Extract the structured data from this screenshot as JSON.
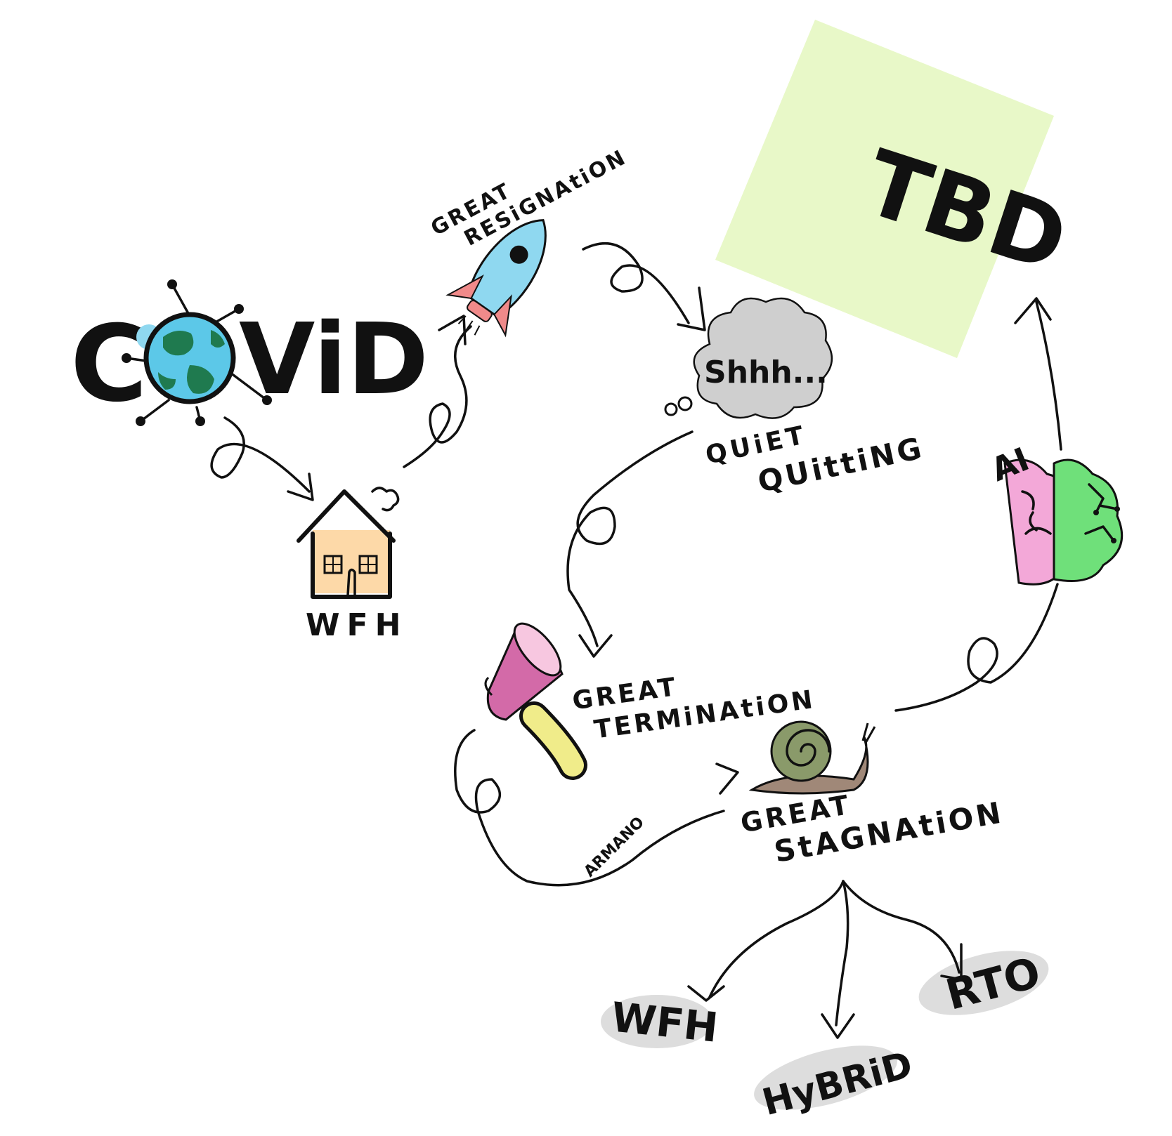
{
  "nodes": {
    "covid_left": "C",
    "covid_right": "ViD",
    "wfh_home": "WFH",
    "great_resignation_line1": "GREAT",
    "great_resignation_line2": "RESiGNAtiON",
    "shhh": "Shhh...",
    "quiet_quitting_line1": "QUiET",
    "quiet_quitting_line2": "QUittiNG",
    "tbd": "TBD",
    "ai": "AI",
    "great_termination_line1": "GREAT",
    "great_termination_line2": "TERMiNAtiON",
    "great_stagnation_line1": "GREAT",
    "great_stagnation_line2": "StAGNAtiON",
    "signature": "ARMANO",
    "outcome_wfh": "WFH",
    "outcome_hybrid": "HyBRiD",
    "outcome_rto": "RTO"
  },
  "icons": [
    "globe-virus-icon",
    "house-icon",
    "rocket-icon",
    "cloud-icon",
    "megaphone-icon",
    "snail-icon",
    "brain-icon"
  ],
  "colors": {
    "sticky_note": "#e8f8c8",
    "globe_ocean": "#5cc8e8",
    "globe_land": "#1f7a4f",
    "house_fill": "#fdd9a8",
    "rocket_body": "#8fd8f0",
    "rocket_fin": "#f08a8a",
    "cloud_fill": "#cfcfcf",
    "megaphone_stripes": "#d36aa8",
    "megaphone_handle": "#f0ec8a",
    "snail_shell": "#8a9a6a",
    "snail_body": "#a08878",
    "brain_pink": "#f3a8d8",
    "brain_green": "#6fe07a",
    "outcome_blob": "#dddddd"
  }
}
